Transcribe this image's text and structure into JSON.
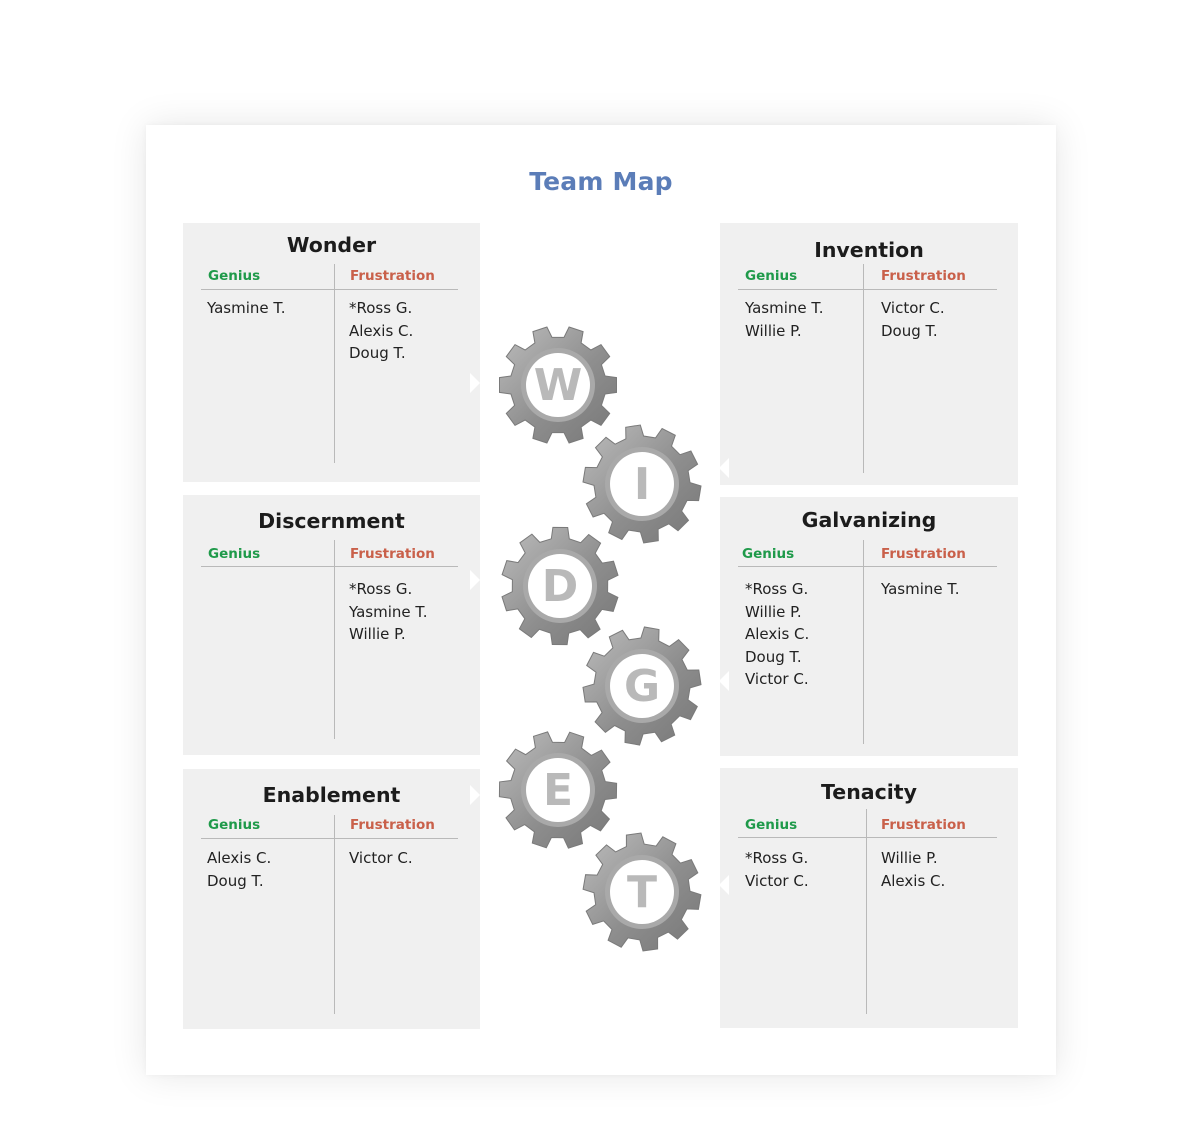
{
  "title": "Team Map",
  "colors": {
    "title": "#5b7db8",
    "genius": "#1f9a4a",
    "frustration": "#c9604a",
    "panel_bg": "#f0f0f0",
    "gear_dark": "#8e8e8e",
    "gear_light": "#bdbdbd",
    "gear_letter": "#b9b9b9"
  },
  "labels": {
    "genius": "Genius",
    "frustration": "Frustration"
  },
  "panels": [
    {
      "name": "Wonder",
      "genius": [
        "Yasmine T."
      ],
      "frustration": [
        "*Ross G.",
        "Alexis C.",
        "Doug T."
      ]
    },
    {
      "name": "Invention",
      "genius": [
        "Yasmine T.",
        "Willie P."
      ],
      "frustration": [
        "Victor C.",
        "Doug T."
      ]
    },
    {
      "name": "Discernment",
      "genius": [],
      "frustration": [
        "*Ross G.",
        "Yasmine T.",
        "Willie P."
      ]
    },
    {
      "name": "Galvanizing",
      "genius": [
        "*Ross G.",
        "Willie P.",
        "Alexis C.",
        "Doug T.",
        "Victor C."
      ],
      "frustration": [
        "Yasmine T."
      ]
    },
    {
      "name": "Enablement",
      "genius": [
        "Alexis C.",
        "Doug T."
      ],
      "frustration": [
        "Victor C."
      ]
    },
    {
      "name": "Tenacity",
      "genius": [
        "*Ross G.",
        "Victor C."
      ],
      "frustration": [
        "Willie P.",
        "Alexis C."
      ]
    }
  ],
  "gears": [
    {
      "letter": "W",
      "icon": "gear-icon"
    },
    {
      "letter": "I",
      "icon": "gear-icon"
    },
    {
      "letter": "D",
      "icon": "gear-icon"
    },
    {
      "letter": "G",
      "icon": "gear-icon"
    },
    {
      "letter": "E",
      "icon": "gear-icon"
    },
    {
      "letter": "T",
      "icon": "gear-icon"
    }
  ]
}
